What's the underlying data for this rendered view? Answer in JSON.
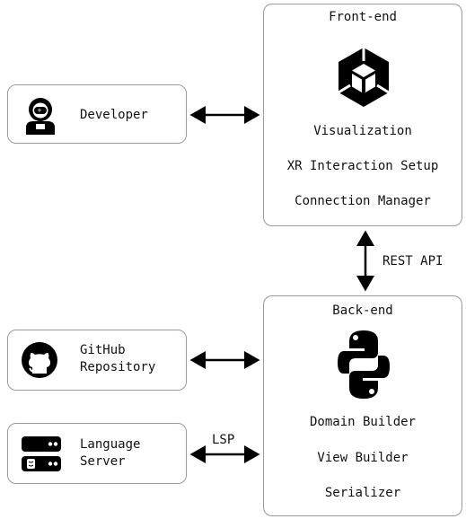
{
  "developer": {
    "label": "Developer",
    "icon": "astronaut-developer-icon"
  },
  "github": {
    "label": "GitHub\nRepository",
    "icon": "github-icon"
  },
  "language_server": {
    "label": "Language\nServer",
    "icon": "server-rack-icon"
  },
  "frontend": {
    "title": "Front-end",
    "icon": "unity-logo-icon",
    "items": [
      "Visualization",
      "XR Interaction Setup",
      "Connection Manager"
    ]
  },
  "backend": {
    "title": "Back-end",
    "icon": "python-logo-icon",
    "items": [
      "Domain Builder",
      "View Builder",
      "Serializer"
    ]
  },
  "edges": {
    "rest_api": "REST API",
    "lsp": "LSP"
  }
}
